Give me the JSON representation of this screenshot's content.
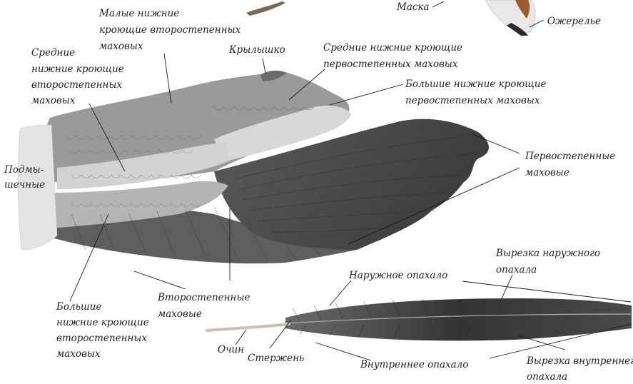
{
  "labels": {
    "mask": "Маска",
    "necklace": "Ожерелье",
    "lesser_coverts_1": "Малые нижние",
    "lesser_coverts_2": "кроющие второстепенных",
    "lesser_coverts_3": "маховых",
    "alula": "Крылышко",
    "median_primary_1": "Средние нижние кроющие",
    "median_primary_2": "первостепенных маховых",
    "greater_primary_1": "Большие нижние кроющие",
    "greater_primary_2": "первостепенных маховых",
    "median_secondary_1": "Средние",
    "median_secondary_2": "нижние кроющие",
    "median_secondary_3": "второстепенных",
    "median_secondary_4": "маховых",
    "axillaries_1": "Подмы-",
    "axillaries_2": "шечные",
    "primaries_1": "Первостепенные",
    "primaries_2": "маховые",
    "outer_notch_1": "Вырезка наружного",
    "outer_notch_2": "опахала",
    "outer_vane": "Наружное опахало",
    "secondaries_1": "Второстепенные",
    "secondaries_2": "маховые",
    "greater_secondary_1": "Большие",
    "greater_secondary_2": "нижние кроющие",
    "greater_secondary_3": "второстепенных",
    "greater_secondary_4": "маховых",
    "calamus": "Очин",
    "rachis": "Стержень",
    "inner_vane": "Внутреннее опахало",
    "inner_notch_1": "Вырезка внутреннего",
    "inner_notch_2": "опахала"
  },
  "colors": {
    "wing_dark": "#4e4e4e",
    "wing_mid": "#8c8c8c",
    "wing_light": "#c9c9c9",
    "wing_pale": "#e2e2e2",
    "feather": "#3c3c3c",
    "ink": "#222222"
  }
}
